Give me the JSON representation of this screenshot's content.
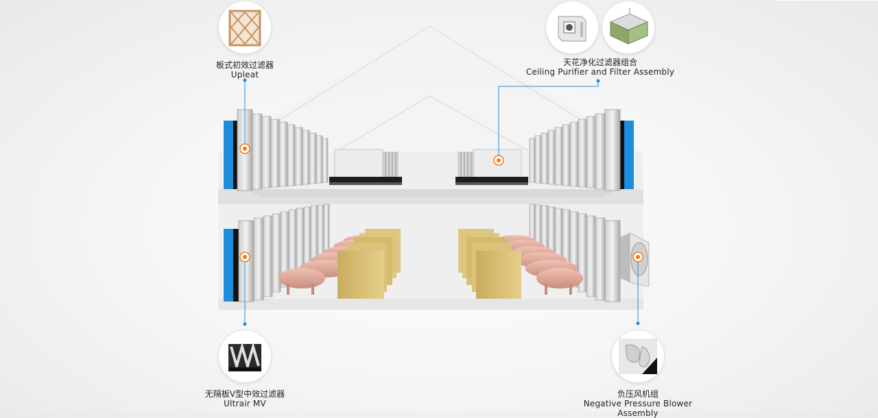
{
  "callouts": {
    "upleat": {
      "zh": "板式初效过滤器",
      "en": "Upleat"
    },
    "ceiling": {
      "zh": "天花净化过滤器组合",
      "en": "Ceiling Purifier and Filter Assembly"
    },
    "ultrair": {
      "zh": "无隔板V型中效过滤器",
      "en": "Ultrair MV"
    },
    "blower": {
      "zh": "负压风机组",
      "en": "Negative Pressure Blower Assembly"
    }
  },
  "colors": {
    "accent_blue": "#1e8ddc",
    "marker_orange": "#f07a1a",
    "filter_gray": "#b9b9b9",
    "pad_yellow": "#d9c078"
  }
}
